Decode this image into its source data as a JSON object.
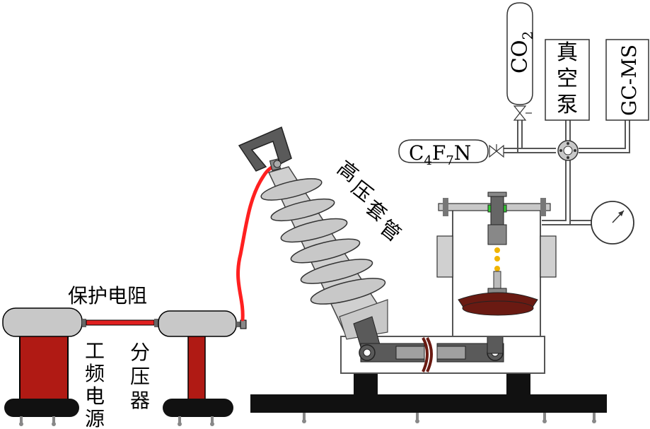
{
  "labels": {
    "protective_resistor": "保护电阻",
    "power_supply": [
      "工",
      "频",
      "电",
      "源"
    ],
    "voltage_divider": [
      "分",
      "压",
      "器"
    ],
    "bushing": [
      "高",
      "压",
      "套",
      "管"
    ],
    "co2": {
      "base": "CO",
      "sub": "2"
    },
    "vacuum_pump": [
      "真",
      "空",
      "泵"
    ],
    "gcms": "GC-MS",
    "c4f7n": {
      "p1": "C",
      "s1": "4",
      "p2": "F",
      "s2": "7",
      "p3": "N"
    }
  },
  "colors": {
    "red_core": "#b01a14",
    "grey_body": "#c8c8c8",
    "dark_grey": "#5a5a5a",
    "black_base": "#111111",
    "cable_red": "#ff2020",
    "valve_green": "#33cc33",
    "electrode_dot": "#f0b400",
    "gasket": "#6a1a12"
  }
}
